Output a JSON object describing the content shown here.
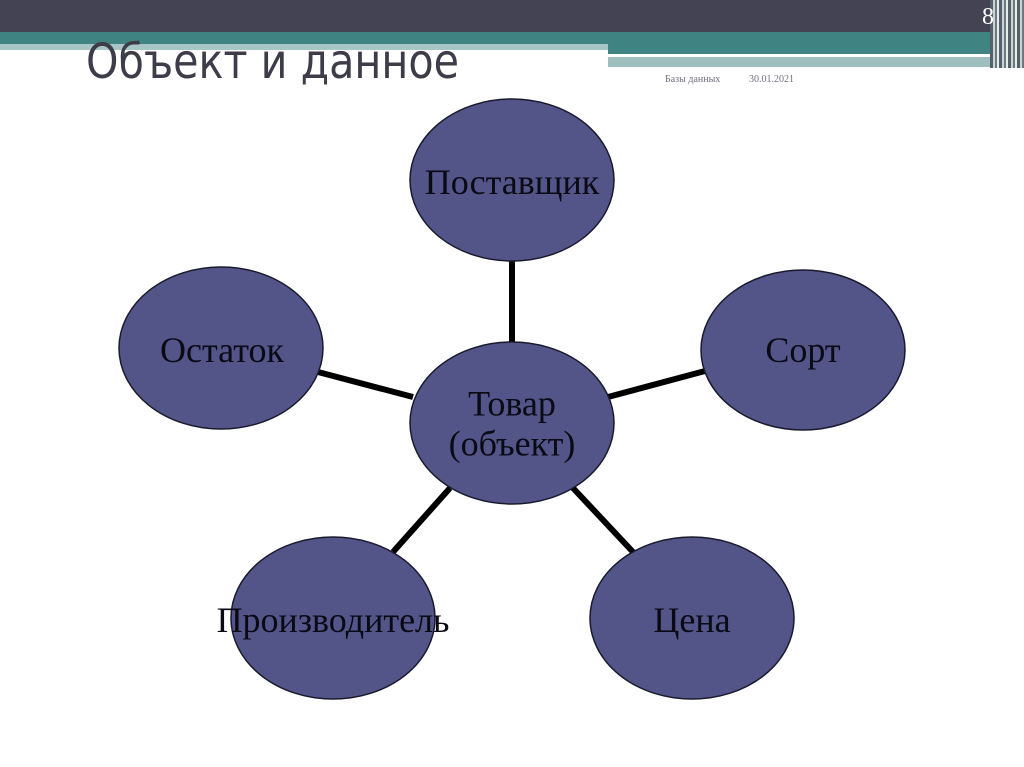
{
  "slide": {
    "number": "8",
    "title": "Объект и данное",
    "footer_subject": "Базы данных",
    "footer_date": "30.01.2021"
  },
  "colors": {
    "header_dark": "#434353",
    "header_teal": "#3f8482",
    "node_fill": "#535488",
    "node_stroke": "#1a1a2e",
    "connector": "#000000"
  },
  "diagram": {
    "center": {
      "id": "tovar",
      "label_line1": "Товар",
      "label_line2": "(объект)"
    },
    "nodes": [
      {
        "id": "postavshchik",
        "label": "Поставщик"
      },
      {
        "id": "sort",
        "label": "Сорт"
      },
      {
        "id": "tsena",
        "label": "Цена"
      },
      {
        "id": "proizvoditel",
        "label": "Производитель"
      },
      {
        "id": "ostatok",
        "label": "Остаток"
      }
    ]
  }
}
